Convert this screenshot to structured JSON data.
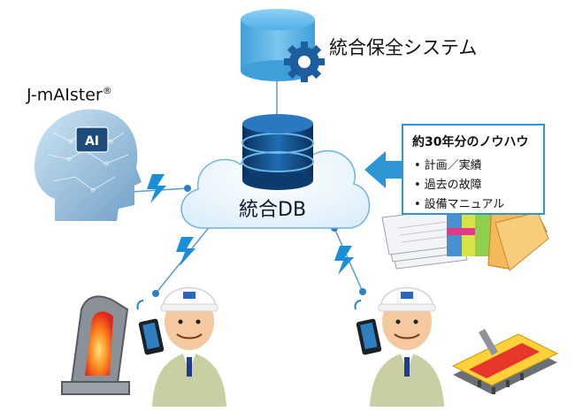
{
  "system": {
    "label": "統合保全システム"
  },
  "ai": {
    "label": "J-mAIster",
    "mark": "®",
    "chip_label": "AI"
  },
  "db": {
    "label": "統合DB"
  },
  "knowhow": {
    "title": "約30年分のノウハウ",
    "items": [
      "計画／実績",
      "過去の故障",
      "設備マニュアル"
    ]
  },
  "colors": {
    "accent": "#2f96d6",
    "cloud": "#e8f4fc",
    "db_dark": "#0c3c6e",
    "lightning": "#1a8fd8"
  }
}
